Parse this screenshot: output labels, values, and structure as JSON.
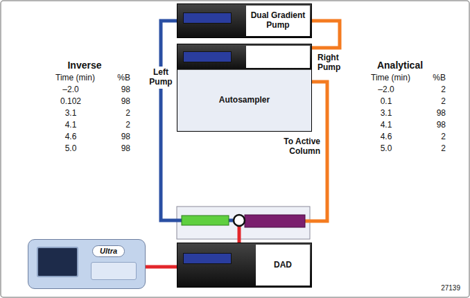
{
  "diagram": {
    "nodes": [
      {
        "text": [
          "Dual Gradient Pump"
        ]
      },
      {
        "text": [
          "Autosampler"
        ]
      },
      {
        "text": [
          "Ultra"
        ]
      },
      {
        "text": [
          "DAD"
        ]
      }
    ],
    "edges": [
      {
        "from": 0,
        "to": 1,
        "arrow": "none",
        "label": "Right Pump"
      },
      {
        "from": 3,
        "to": 2,
        "arrow": "none"
      }
    ],
    "labels": [
      "Left Pump",
      "To Active Column",
      "Inverse",
      "Time (min)",
      "%B",
      "–2.0",
      "98",
      "0.102",
      "98",
      "3.1",
      "2",
      "4.1",
      "2",
      "4.6",
      "98",
      "5.0",
      "98",
      "Analytical",
      "Time (min)",
      "%B",
      "–2.0",
      "2",
      "0.1",
      "2",
      "3.1",
      "98",
      "4.1",
      "98",
      "4.6",
      "2",
      "5.0",
      "2",
      "27139"
    ]
  }
}
